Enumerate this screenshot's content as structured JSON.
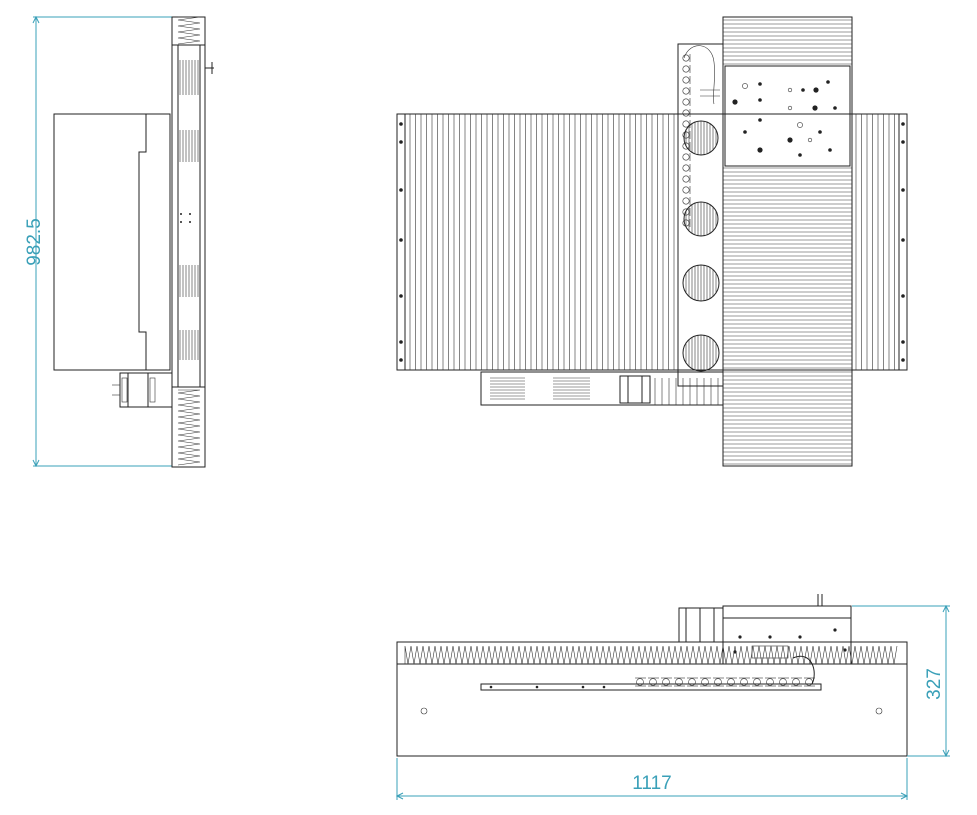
{
  "dimensions": {
    "height_label": "982.5",
    "width_label": "1117",
    "depth_label": "327"
  },
  "colors": {
    "line": "#222222",
    "dimension": "#3aa0b8",
    "background": "#ffffff"
  }
}
